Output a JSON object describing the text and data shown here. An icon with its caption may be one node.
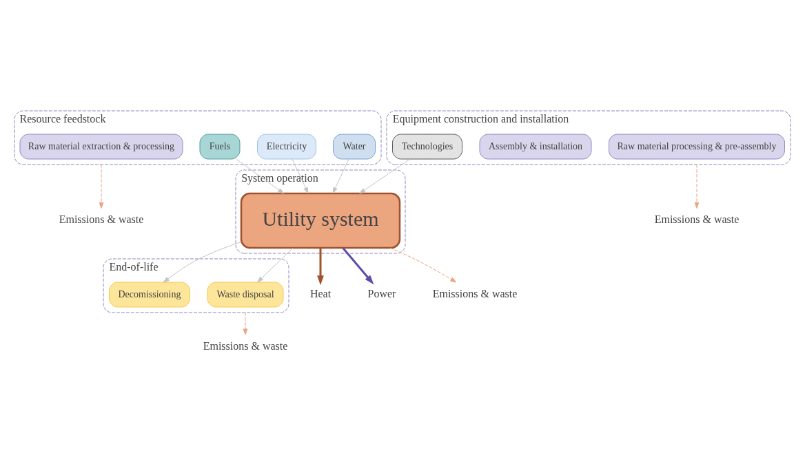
{
  "diagram": {
    "nodes": [
      {
        "text": [
          "Resource feedstock"
        ]
      },
      {
        "text": [
          "Raw material extraction & processing"
        ],
        "in": 0
      },
      {
        "text": [
          "Electricity"
        ],
        "in": 0
      },
      {
        "text": [
          "Fuels"
        ],
        "in": 0
      },
      {
        "text": [
          "Water"
        ],
        "in": 0
      },
      {
        "text": [
          "Equipment construction and installation"
        ]
      },
      {
        "text": [
          "Raw material processing & pre-assembly"
        ],
        "in": 5
      },
      {
        "text": [
          "Assembly & installation"
        ],
        "in": 5
      },
      {
        "text": [
          "Technologies"
        ],
        "in": 5
      },
      {
        "text": [
          "System operation"
        ]
      },
      {
        "text": [
          "Utility system"
        ],
        "in": 9
      },
      {
        "text": [
          "End-of-life"
        ]
      },
      {
        "text": [
          "Waste disposal"
        ],
        "in": 11
      },
      {
        "text": [
          "Decomissioning"
        ],
        "in": 11
      },
      {
        "text": [
          "Heat"
        ]
      },
      {
        "text": [
          "Power"
        ]
      },
      {
        "text": [
          "Emissions & waste"
        ]
      },
      {
        "text": [
          "Emissions & waste"
        ]
      },
      {
        "text": [
          "Emissions & waste"
        ]
      },
      {
        "text": [
          "Emissions & waste"
        ]
      }
    ],
    "edges": [
      {
        "from": 2,
        "to": 10,
        "arrow": "to"
      },
      {
        "from": 3,
        "to": 10,
        "arrow": "to"
      },
      {
        "from": 4,
        "to": 10,
        "arrow": "to"
      },
      {
        "from": 8,
        "to": 10,
        "arrow": "to"
      },
      {
        "from": 10,
        "to": 14,
        "arrow": "to",
        "style": "thick",
        "color": "#a0522d"
      },
      {
        "from": 10,
        "to": 15,
        "arrow": "to",
        "style": "thick",
        "color": "#5b4fa8"
      },
      {
        "from": 10,
        "to": 12,
        "arrow": "to"
      },
      {
        "from": 10,
        "to": 13,
        "arrow": "to"
      },
      {
        "from": 0,
        "to": 16,
        "arrow": "to",
        "style": "dashed",
        "color": "#eba57f"
      },
      {
        "from": 5,
        "to": 17,
        "arrow": "to",
        "style": "dashed",
        "color": "#eba57f"
      },
      {
        "from": 10,
        "to": 18,
        "arrow": "to",
        "style": "dashed",
        "color": "#eba57f"
      },
      {
        "from": 11,
        "to": 19,
        "arrow": "to",
        "style": "dashed",
        "color": "#eba57f"
      }
    ]
  }
}
